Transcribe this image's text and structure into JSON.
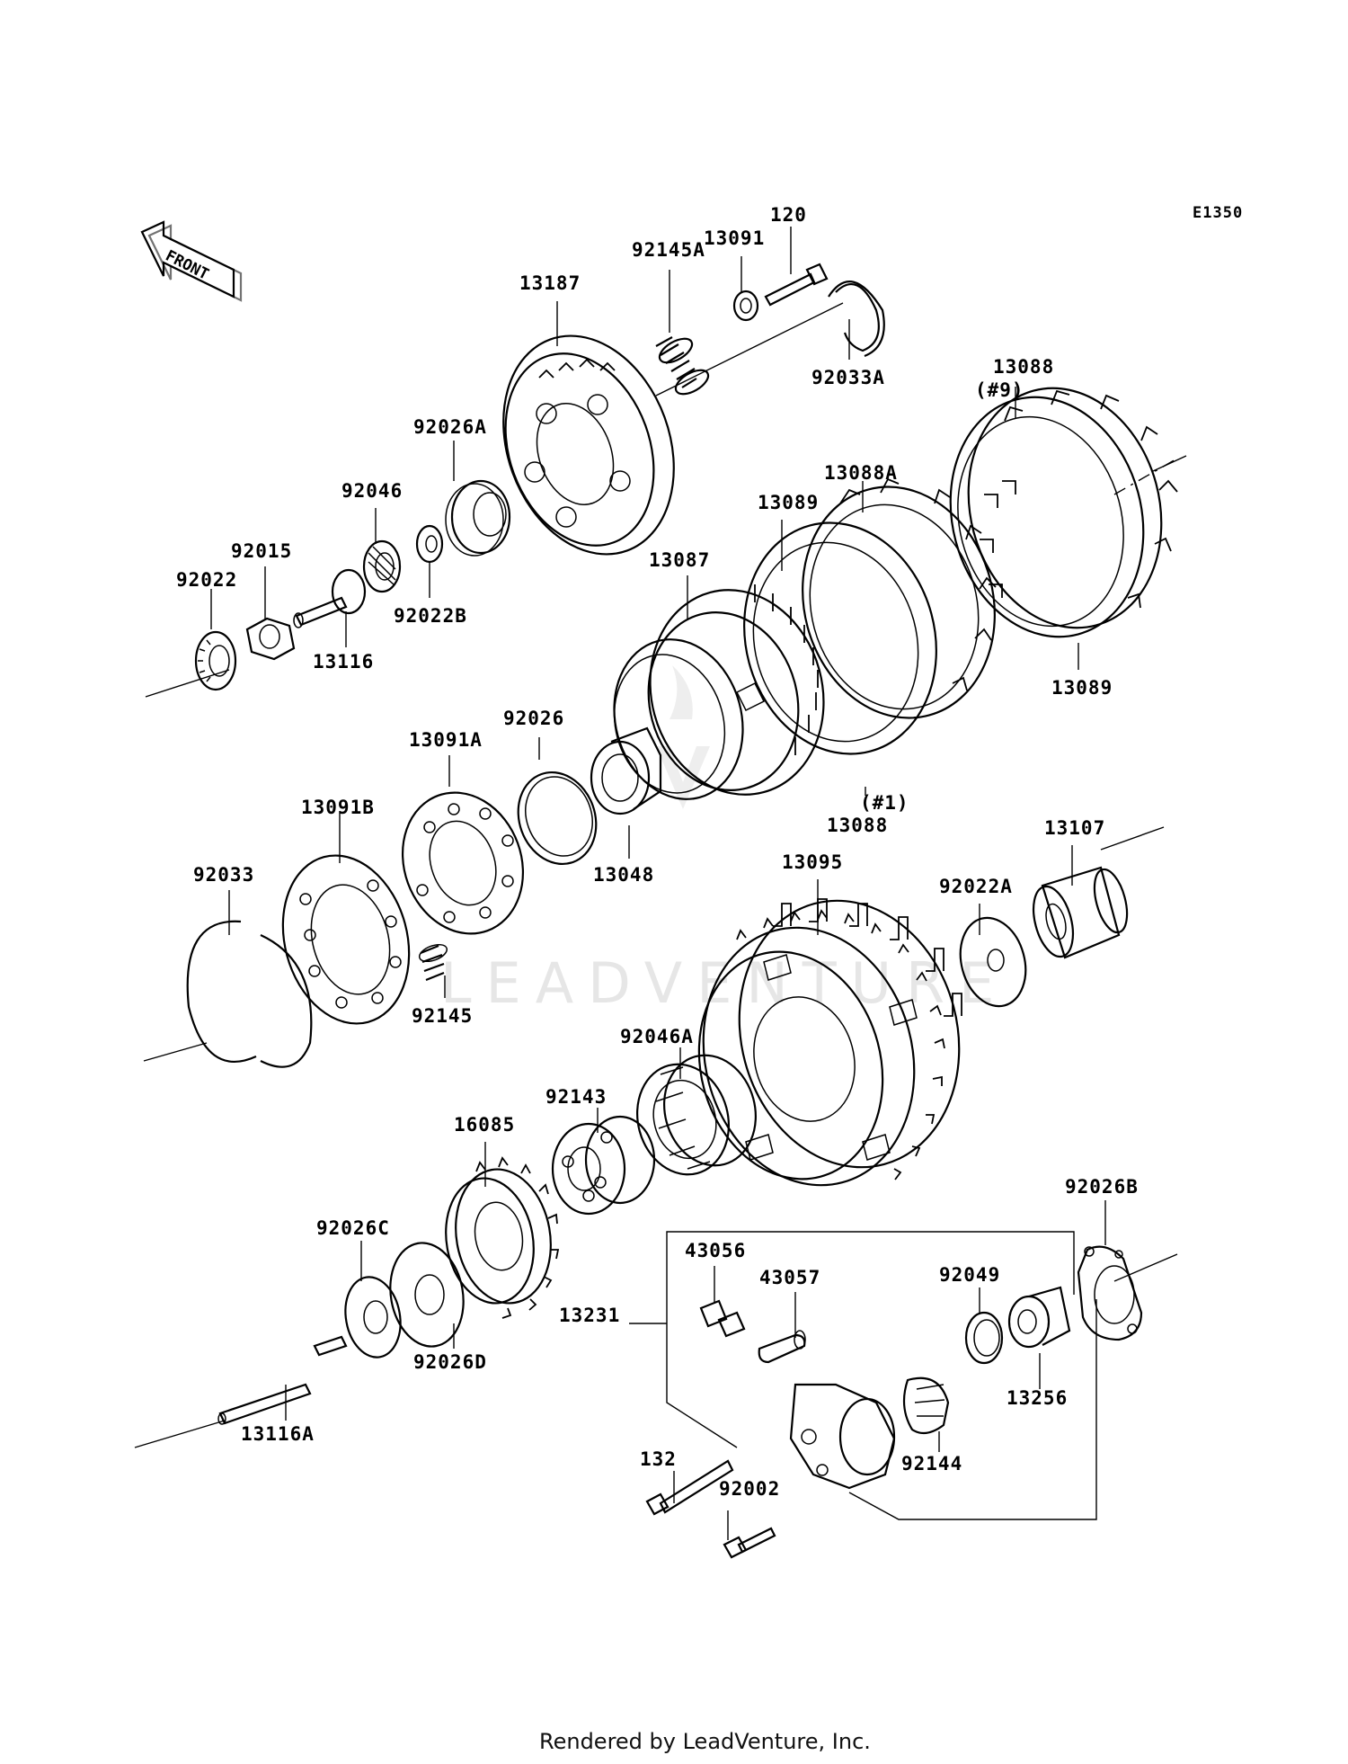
{
  "diagram_code": "E1350",
  "front_label": "FRONT",
  "watermark": "LEADVENTURE",
  "footer": "Rendered by LeadVenture, Inc.",
  "parts": {
    "p13187": "13187",
    "p92145A": "92145A",
    "p13091": "13091",
    "p120": "120",
    "p92033A": "92033A",
    "p13088_top": "13088",
    "p13088_qty9": "(#9)",
    "p92026A": "92026A",
    "p92046": "92046",
    "p13088A": "13088A",
    "p13089_top": "13089",
    "p92015": "92015",
    "p92022": "92022",
    "p13087": "13087",
    "p92022B": "92022B",
    "p13116": "13116",
    "p13089_bottom": "13089",
    "p13091A": "13091A",
    "p92026": "92026",
    "p13088_qty1": "(#1)",
    "p13088_bottom": "13088",
    "p13107": "13107",
    "p13091B": "13091B",
    "p13048": "13048",
    "p13095": "13095",
    "p92022A": "92022A",
    "p92033": "92033",
    "p92145": "92145",
    "p92046A": "92046A",
    "p92143": "92143",
    "p16085": "16085",
    "p92026B": "92026B",
    "p92026C": "92026C",
    "p43056": "43056",
    "p43057": "43057",
    "p92049": "92049",
    "p13231": "13231",
    "p92026D": "92026D",
    "p13256": "13256",
    "p13116A": "13116A",
    "p132": "132",
    "p92144": "92144",
    "p92002": "92002"
  }
}
